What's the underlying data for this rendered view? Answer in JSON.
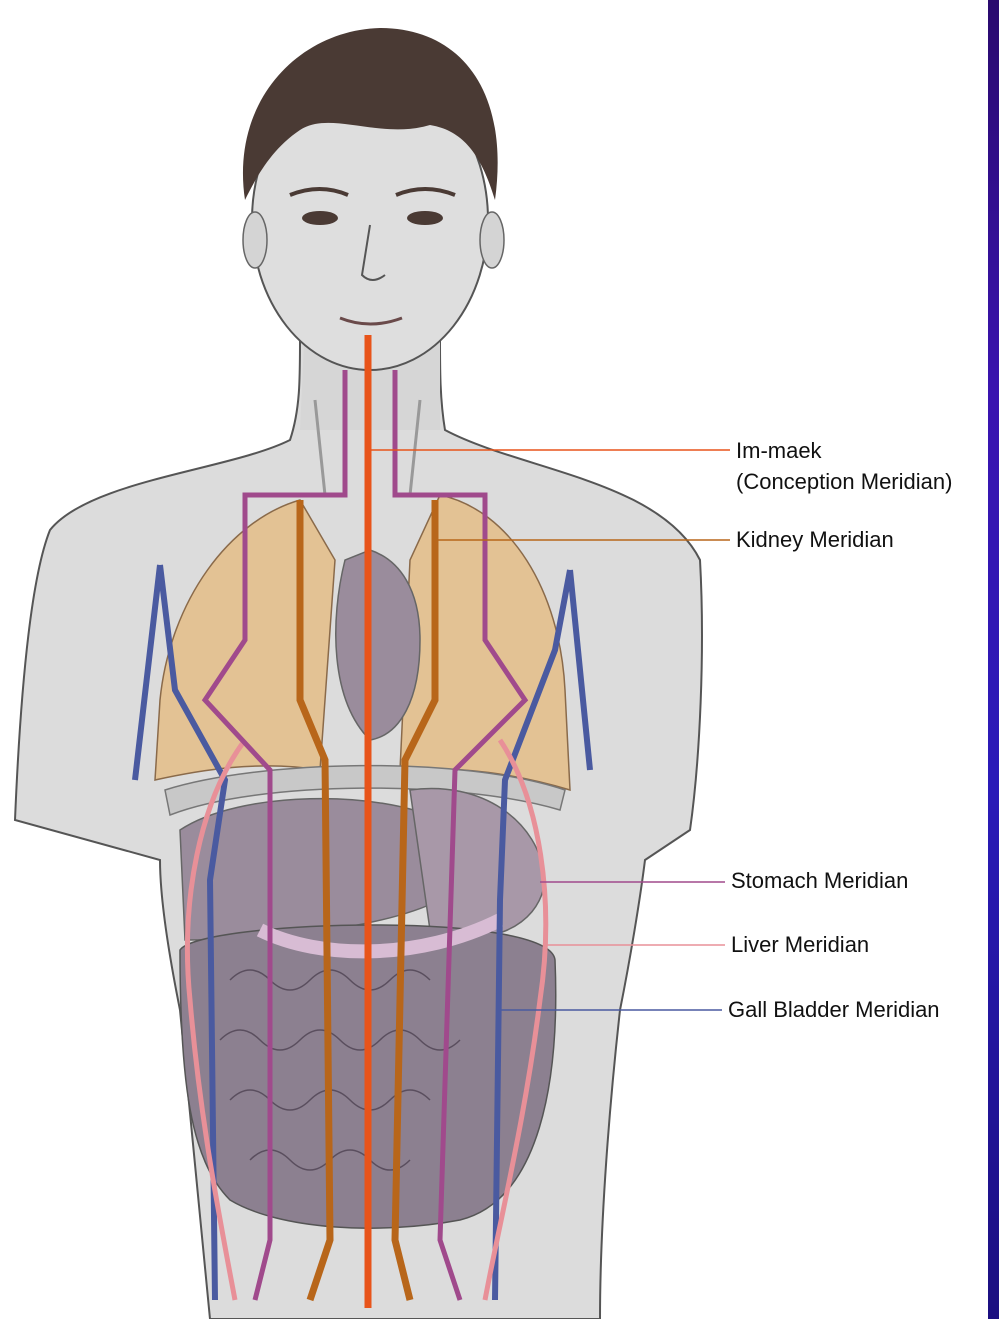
{
  "labels": {
    "im_maek": "Im-maek",
    "conception": "(Conception Meridian)",
    "kidney": "Kidney Meridian",
    "stomach": "Stomach Meridian",
    "liver": "Liver Meridian",
    "gall_bladder": "Gall Bladder Meridian"
  },
  "colors": {
    "conception": "#e8541a",
    "kidney": "#b8661a",
    "stomach": "#a04a8c",
    "liver": "#e89098",
    "gall_bladder": "#4a5aa0",
    "lung": "#e8c89a",
    "organ": "#9a8c9c",
    "skin": "#dcdcdc",
    "hair": "#4a3a34",
    "sidebar": "#3a14b0"
  },
  "icons": {
    "figure": "human-torso-illustration"
  }
}
